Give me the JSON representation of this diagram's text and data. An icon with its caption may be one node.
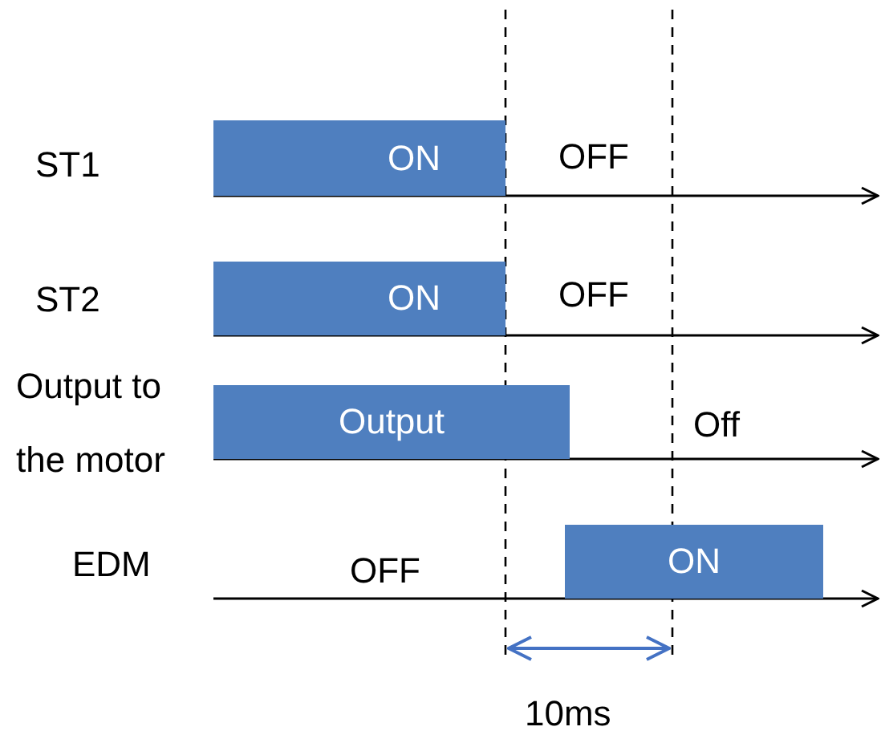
{
  "diagram": {
    "nodes": [
      {
        "text": [
          "ON"
        ]
      },
      {
        "text": [
          "ON"
        ]
      },
      {
        "text": [
          "Output"
        ]
      },
      {
        "text": [
          "ON"
        ]
      }
    ],
    "labels": [
      "ST1",
      "OFF",
      "ST2",
      "OFF",
      "Output to the motor",
      "Off",
      "EDM",
      "OFF",
      "10ms"
    ]
  }
}
